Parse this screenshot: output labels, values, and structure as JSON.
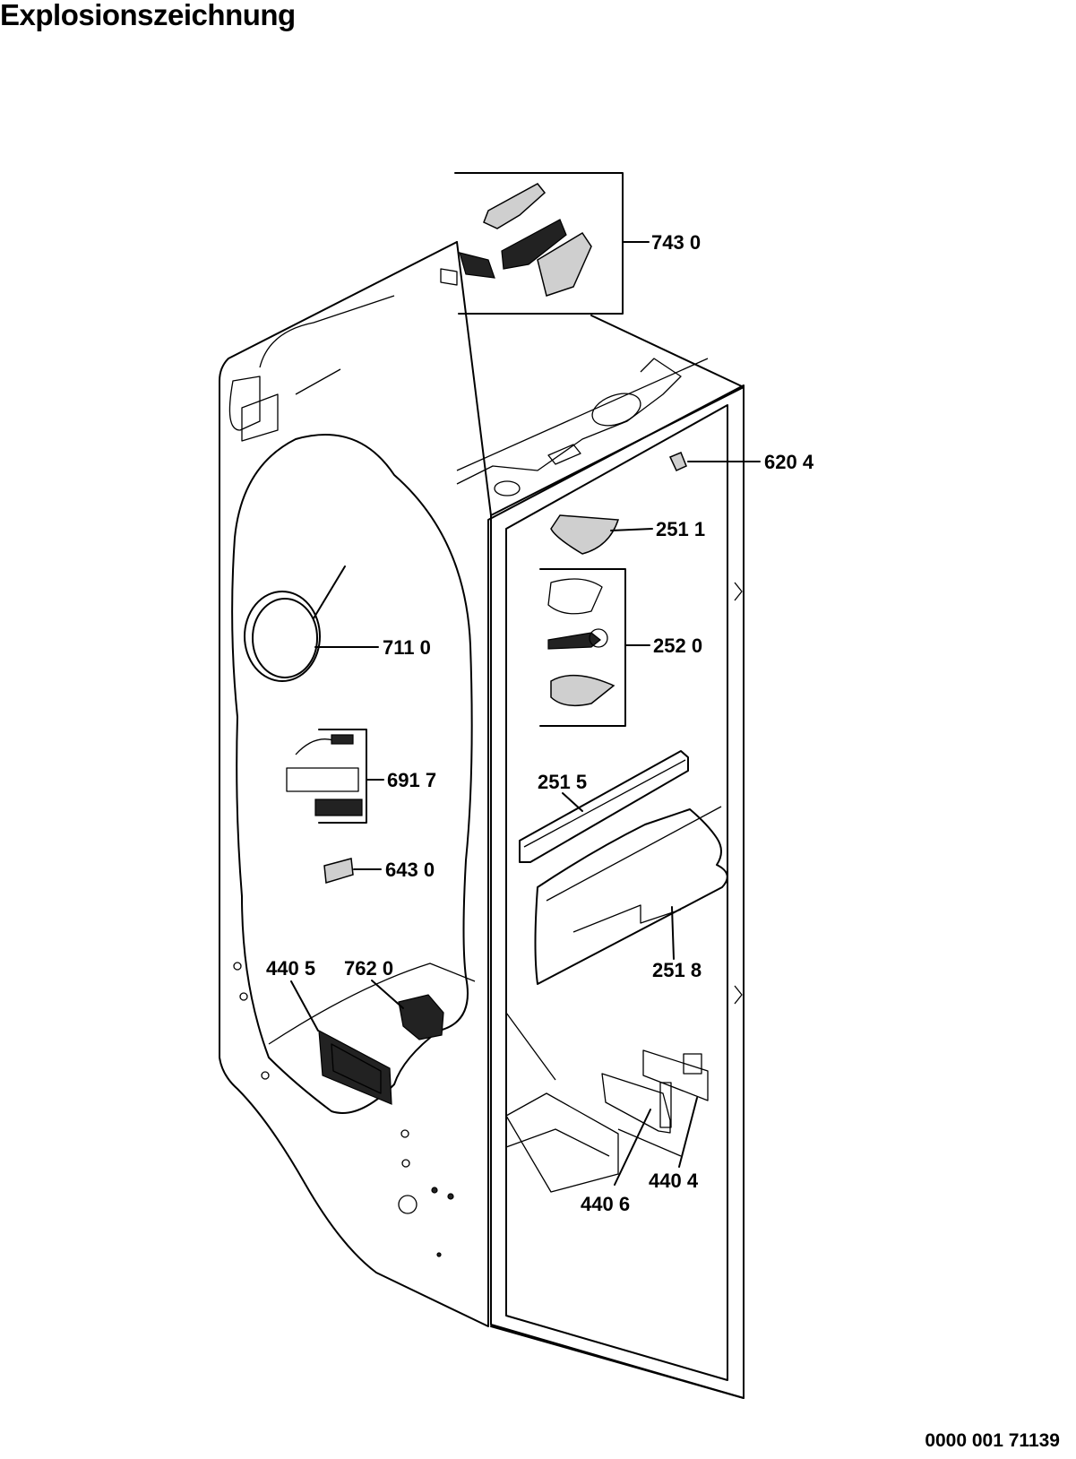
{
  "title": "Explosionszeichnung",
  "document_number": "0000 001 71139",
  "part_labels": {
    "p7430": "743 0",
    "p6204": "620 4",
    "p2511": "251 1",
    "p2520": "252 0",
    "p7110": "711 0",
    "p6917": "691 7",
    "p2515": "251 5",
    "p6430": "643 0",
    "p2518": "251 8",
    "p4405": "440 5",
    "p7620": "762 0",
    "p4404": "440 4",
    "p4406": "440 6"
  }
}
